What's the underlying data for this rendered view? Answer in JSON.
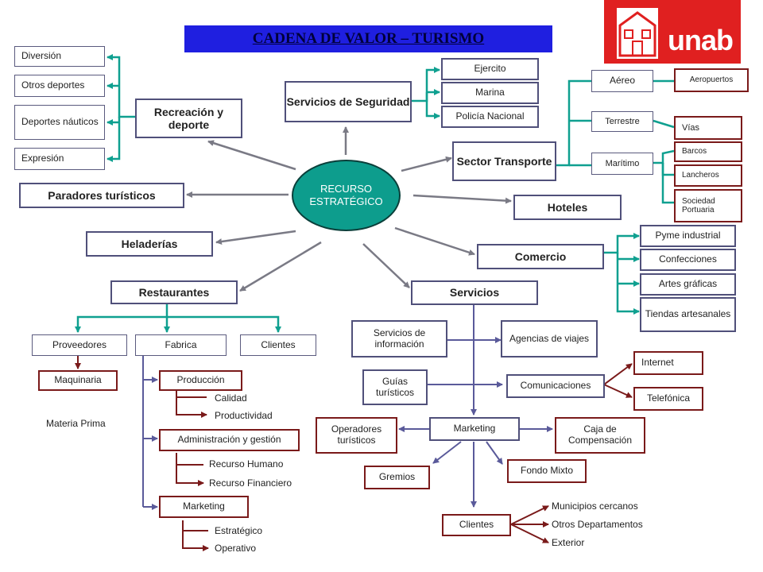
{
  "title": "CADENA DE VALOR – TURISMO",
  "logo_text": "unab",
  "center": {
    "line1": "RECURSO",
    "line2": "ESTRATÉGICO"
  },
  "recreacion": {
    "label": "Recreación y deporte",
    "items": [
      "Diversión",
      "Otros deportes",
      "Deportes náuticos",
      "Expresión"
    ]
  },
  "seguridad": {
    "label": "Servicios de Seguridad",
    "items": [
      "Ejercito",
      "Marina",
      "Policía Nacional"
    ]
  },
  "transporte": {
    "label": "Sector Transporte",
    "modes": [
      "Aéreo",
      "Terrestre",
      "Marítimo"
    ],
    "aereo_items": [
      "Aeropuertos"
    ],
    "terrestre_items": [
      "Vías"
    ],
    "maritimo_items": [
      "Barcos",
      "Lancheros",
      "Sociedad Portuaria"
    ]
  },
  "paradores": "Paradores turísticos",
  "hoteles": "Hoteles",
  "heladerias": "Heladerías",
  "comercio": {
    "label": "Comercio",
    "items": [
      "Pyme industrial",
      "Confecciones",
      "Artes gráficas",
      "Tiendas artesanales"
    ]
  },
  "restaurantes": {
    "label": "Restaurantes",
    "proveedores": "Proveedores",
    "fabrica": "Fabrica",
    "clientes": "Clientes",
    "maquinaria": "Maquinaria",
    "materia_prima": "Materia Prima",
    "produccion": {
      "label": "Producción",
      "items": [
        "Calidad",
        "Productividad"
      ]
    },
    "administracion": {
      "label": "Administración y gestión",
      "items": [
        "Recurso Humano",
        "Recurso Financiero"
      ]
    },
    "marketing": {
      "label": "Marketing",
      "items": [
        "Estratégico",
        "Operativo"
      ]
    }
  },
  "servicios": {
    "label": "Servicios",
    "info": "Servicios de información",
    "agencias": "Agencias de viajes",
    "guias": "Guías turísticos",
    "comunicaciones": {
      "label": "Comunicaciones",
      "items": [
        "Internet",
        "Telefónica"
      ]
    },
    "operadores": "Operadores turísticos",
    "marketing": "Marketing",
    "caja": "Caja de Compensación",
    "gremios": "Gremios",
    "fondo": "Fondo Mixto",
    "clientes": {
      "label": "Clientes",
      "items": [
        "Municipios cercanos",
        "Otros Departamentos",
        "Exterior"
      ]
    }
  },
  "colors": {
    "title_bg": "#1f1fe0",
    "center_fill": "#0d9d8d",
    "green_line": "#0fa090",
    "maroon": "#7a1a1a",
    "gray_arrow": "#7a7a85",
    "logo_red": "#e02020"
  }
}
